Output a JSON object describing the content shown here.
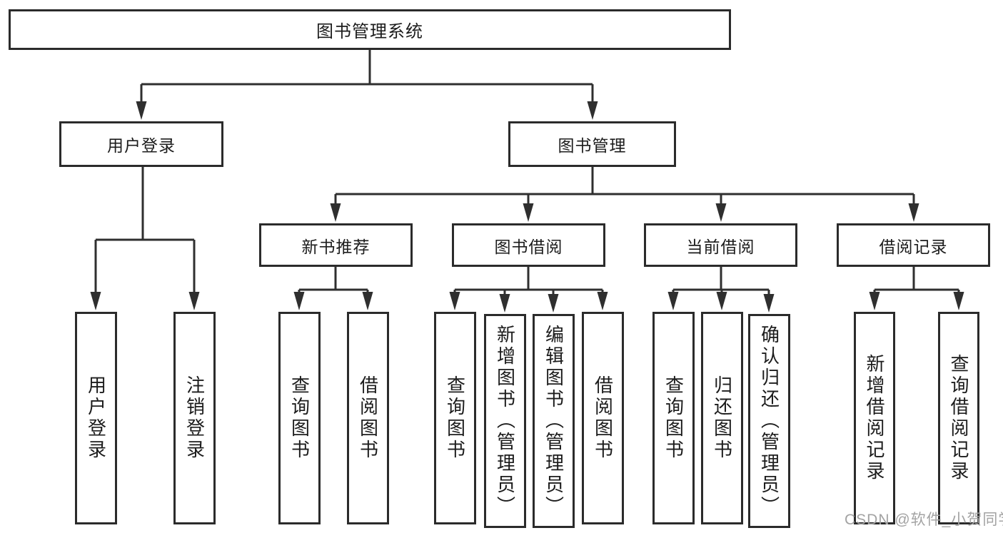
{
  "page": {
    "background": "#ffffff",
    "line_color": "#2f2f2f",
    "box_border_color": "#2b2b2b",
    "text_color": "#1c1c1c"
  },
  "diagram": {
    "root": {
      "label": "图书管理系统"
    },
    "level1": [
      {
        "label": "用户登录"
      },
      {
        "label": "图书管理"
      }
    ],
    "level2": [
      {
        "label": "新书推荐"
      },
      {
        "label": "图书借阅"
      },
      {
        "label": "当前借阅"
      },
      {
        "label": "借阅记录"
      }
    ],
    "leaves": {
      "user_login": [
        {
          "label": "用户登录"
        },
        {
          "label": "注销登录"
        }
      ],
      "new_books": [
        {
          "label": "查询图书"
        },
        {
          "label": "借阅图书"
        }
      ],
      "borrow": [
        {
          "label": "查询图书"
        },
        {
          "label": "新增图书（管理员）"
        },
        {
          "label": "编辑图书（管理员）"
        },
        {
          "label": "借阅图书"
        }
      ],
      "current": [
        {
          "label": "查询图书"
        },
        {
          "label": "归还图书"
        },
        {
          "label": "确认归还（管理员）"
        }
      ],
      "records": [
        {
          "label": "新增借阅记录"
        },
        {
          "label": "查询借阅记录"
        }
      ]
    }
  },
  "watermark": {
    "text": "CSDN @软件_小贺同学",
    "color": "#a3a3a3"
  }
}
